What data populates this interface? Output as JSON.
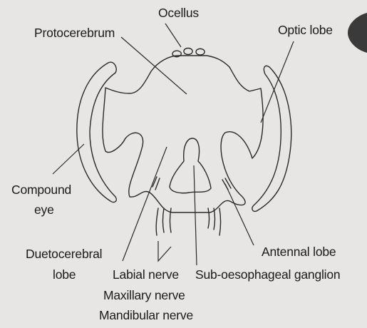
{
  "diagram": {
    "labels": {
      "ocellus": "Ocellus",
      "protocerebrum": "Protocerebrum",
      "optic_lobe": "Optic lobe",
      "compound_eye_line1": "Compound",
      "compound_eye_line2": "eye",
      "duetocerebral_line1": "Duetocerebral",
      "duetocerebral_line2": "lobe",
      "antennal_lobe": "Antennal lobe",
      "labial_nerve": "Labial nerve",
      "sub_oesophageal": "Sub-oesophageal ganglion",
      "maxillary_nerve": "Maxillary nerve",
      "mandibular_nerve": "Mandibular nerve"
    },
    "colors": {
      "background": "#e8e6e4",
      "line": "#2a2a2a",
      "page_tab": "#3a3a3a"
    }
  }
}
